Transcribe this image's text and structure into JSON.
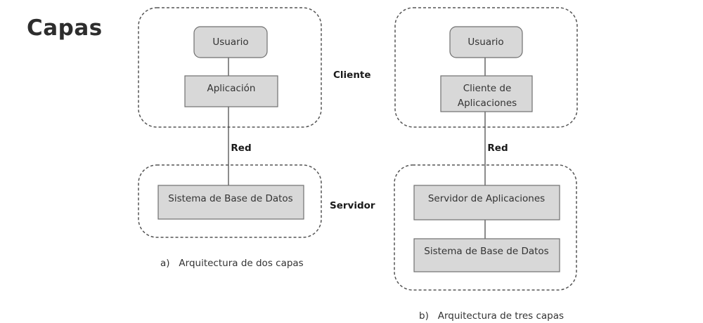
{
  "title": "Capas",
  "diagrams": [
    {
      "id": "dos-capas",
      "caption": "a)   Arquitectura de dos capas",
      "network_label": "Red",
      "nodes": [
        {
          "id": "usuario",
          "lines": [
            "Usuario"
          ]
        },
        {
          "id": "aplicacion",
          "lines": [
            "Aplicación"
          ]
        },
        {
          "id": "sistema-bd",
          "lines": [
            "Sistema de Base de Datos"
          ]
        }
      ]
    },
    {
      "id": "tres-capas",
      "caption": "b)   Arquitectura de tres capas",
      "network_label": "Red",
      "nodes": [
        {
          "id": "usuario",
          "lines": [
            "Usuario"
          ]
        },
        {
          "id": "cliente-aplicaciones",
          "lines": [
            "Cliente de",
            "Aplicaciones"
          ]
        },
        {
          "id": "servidor-aplicaciones",
          "lines": [
            "Servidor de Aplicaciones"
          ]
        },
        {
          "id": "sistema-bd",
          "lines": [
            "Sistema de Base de Datos"
          ]
        }
      ]
    }
  ],
  "region_labels": {
    "client": "Cliente",
    "server": "Servidor"
  }
}
